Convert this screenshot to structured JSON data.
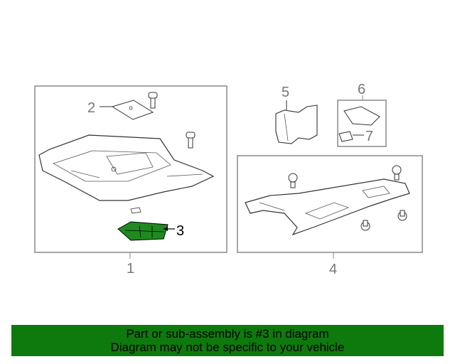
{
  "callouts": {
    "c1": "1",
    "c2": "2",
    "c3": "3",
    "c4": "4",
    "c5": "5",
    "c6": "6",
    "c7": "7"
  },
  "highlight_color": "#1f8a1f",
  "banner": {
    "line1": "Part or sub-assembly is #3 in diagram",
    "line2": "Diagram may not be specific to your vehicle",
    "background": "#0e7a0d"
  }
}
